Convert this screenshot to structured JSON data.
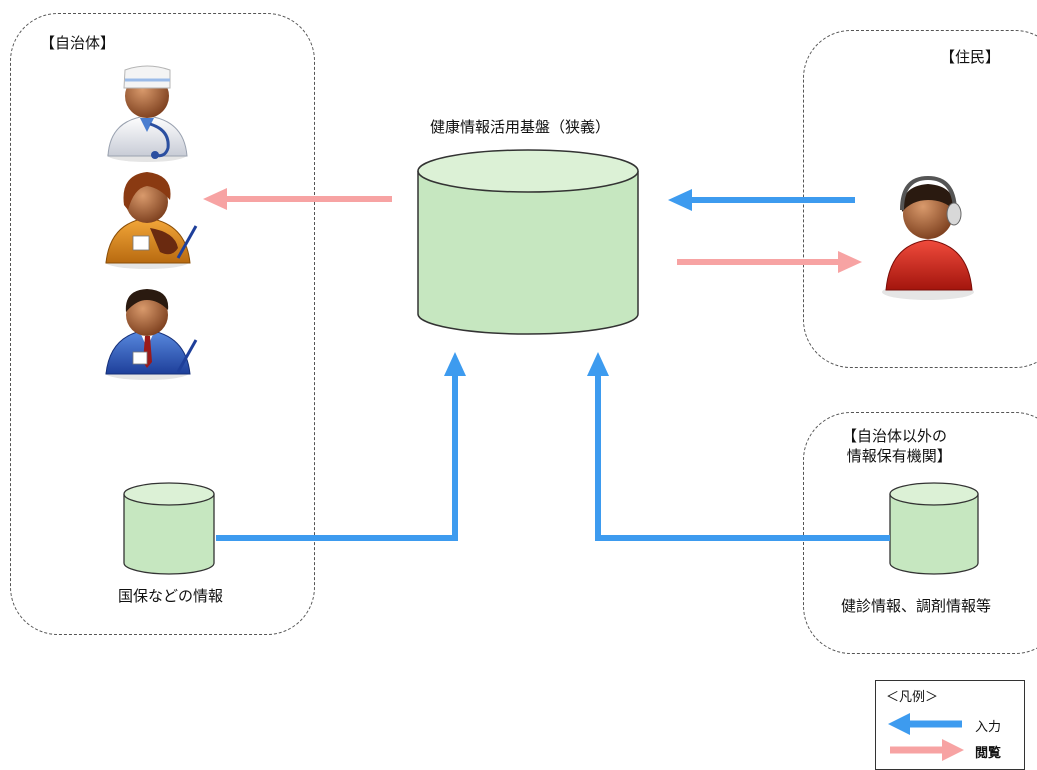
{
  "groups": {
    "municipality": {
      "label": "【自治体】"
    },
    "residents": {
      "label": "【住民】"
    },
    "other_holders": {
      "label": "【自治体以外の\n 情報保有機関】"
    }
  },
  "platform": {
    "label": "健康情報活用基盤（狭義）"
  },
  "databases": {
    "kokuho": {
      "label": "国保などの情報"
    },
    "checkup": {
      "label": "健診情報、調剤情報等"
    }
  },
  "legend": {
    "title": "＜凡例＞",
    "input_label": "入力",
    "view_label": "閲覧"
  },
  "colors": {
    "input_arrow": "#3d9bef",
    "view_arrow": "#f7a3a3",
    "cylinder_fill": "#c6e7c0",
    "cylinder_top": "#dcf1d6",
    "cylinder_stroke": "#333333"
  },
  "icons": [
    "doctor-icon",
    "nurse-icon",
    "staff-icon",
    "resident-icon"
  ]
}
